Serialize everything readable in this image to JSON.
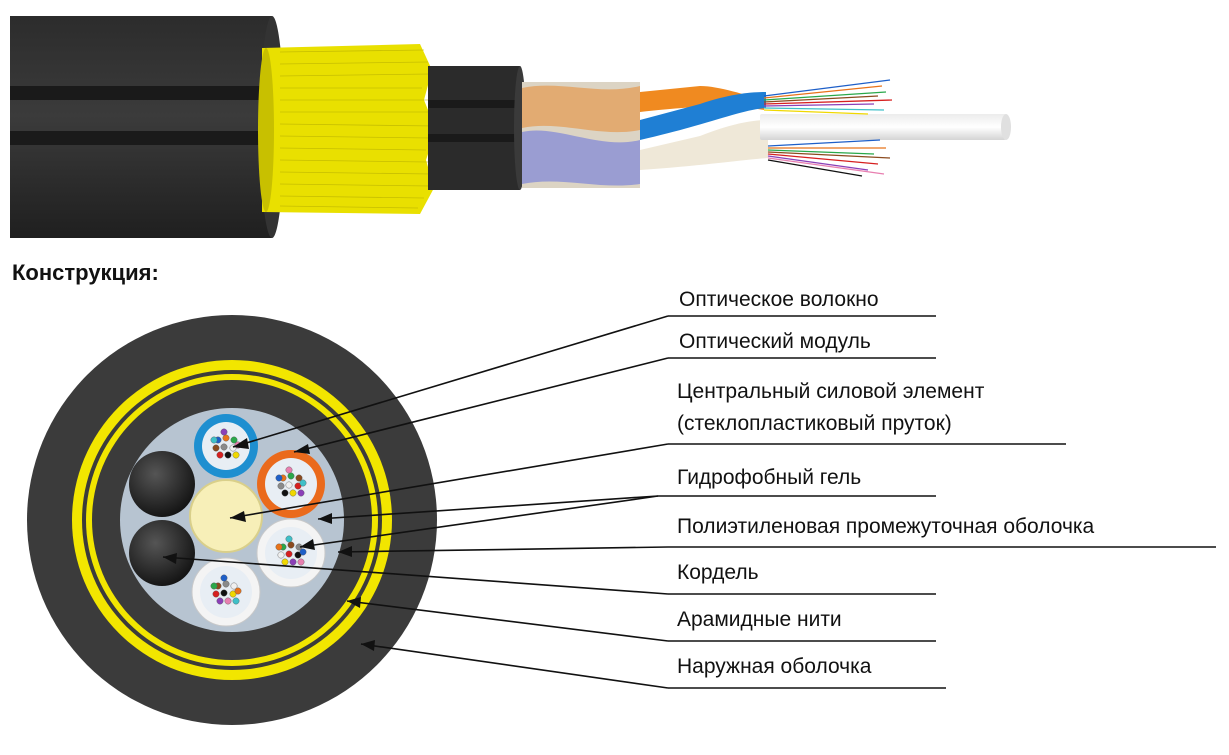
{
  "heading": "Конструкция:",
  "labels": {
    "fiber": "Оптическое волокно",
    "module": "Оптический модуль",
    "central_line1": "Центральный силовой элемент",
    "central_line2": "(стеклопластиковый пруток)",
    "gel": "Гидрофобный гель",
    "inner_sheath": "Полиэтиленовая промежуточная оболочка",
    "cordel": "Кордель",
    "aramid": "Арамидные нити",
    "outer_sheath": "Наружная оболочка"
  },
  "colors": {
    "outer_sheath": "#3a3a3a",
    "aramid": "#f2e600",
    "inner_fill": "#b7c4d1",
    "central_member": "#f7efb8",
    "module_blue": "#1e8fd0",
    "module_orange": "#ea6a1c",
    "module_white": "#f4f4f4",
    "cordel": "#222222"
  },
  "fiber_colors": [
    "#1e5fc8",
    "#e8731a",
    "#2aa84a",
    "#8b4a1e",
    "#8a8a8a",
    "#f0f0f0",
    "#d62020",
    "#111111",
    "#f0d800",
    "#8b3fb8",
    "#e87fb0",
    "#3fc0c8"
  ]
}
